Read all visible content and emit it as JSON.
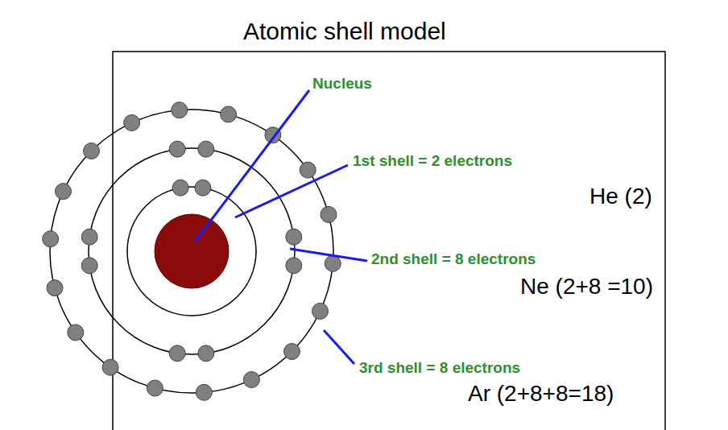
{
  "diagram": {
    "title": "Atomic shell model",
    "labels": [
      "Nucleus",
      "1st shell = 2 electrons",
      "He (2)",
      "2nd shell = 8 electrons",
      "Ne (2+8 =10)",
      "3rd shell = 8 electrons",
      "Ar (2+8+8=18)"
    ]
  }
}
